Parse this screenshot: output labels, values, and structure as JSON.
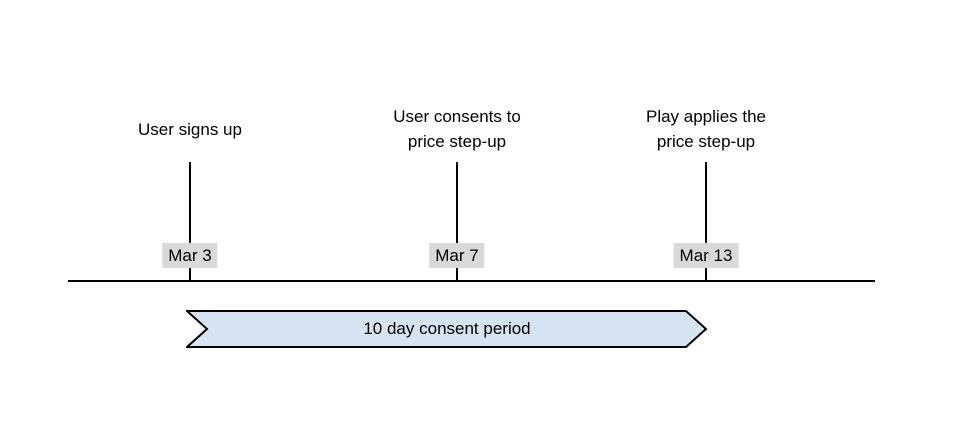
{
  "page": {
    "background": "#ffffff"
  },
  "timeline": {
    "axis_color": "#000000",
    "date_badge_bg": "#d9d9d9",
    "events": [
      {
        "name": "user-signs-up",
        "lines": [
          "User signs up"
        ],
        "date": "Mar 3"
      },
      {
        "name": "user-consents",
        "lines": [
          "User consents to",
          "price step-up"
        ],
        "date": "Mar 7"
      },
      {
        "name": "play-applies-step-up",
        "lines": [
          "Play applies the",
          "price step-up"
        ],
        "date": "Mar 13"
      }
    ],
    "banner": {
      "label": "10 day consent period",
      "fill": "#d6e3f1",
      "stroke": "#000000"
    }
  }
}
